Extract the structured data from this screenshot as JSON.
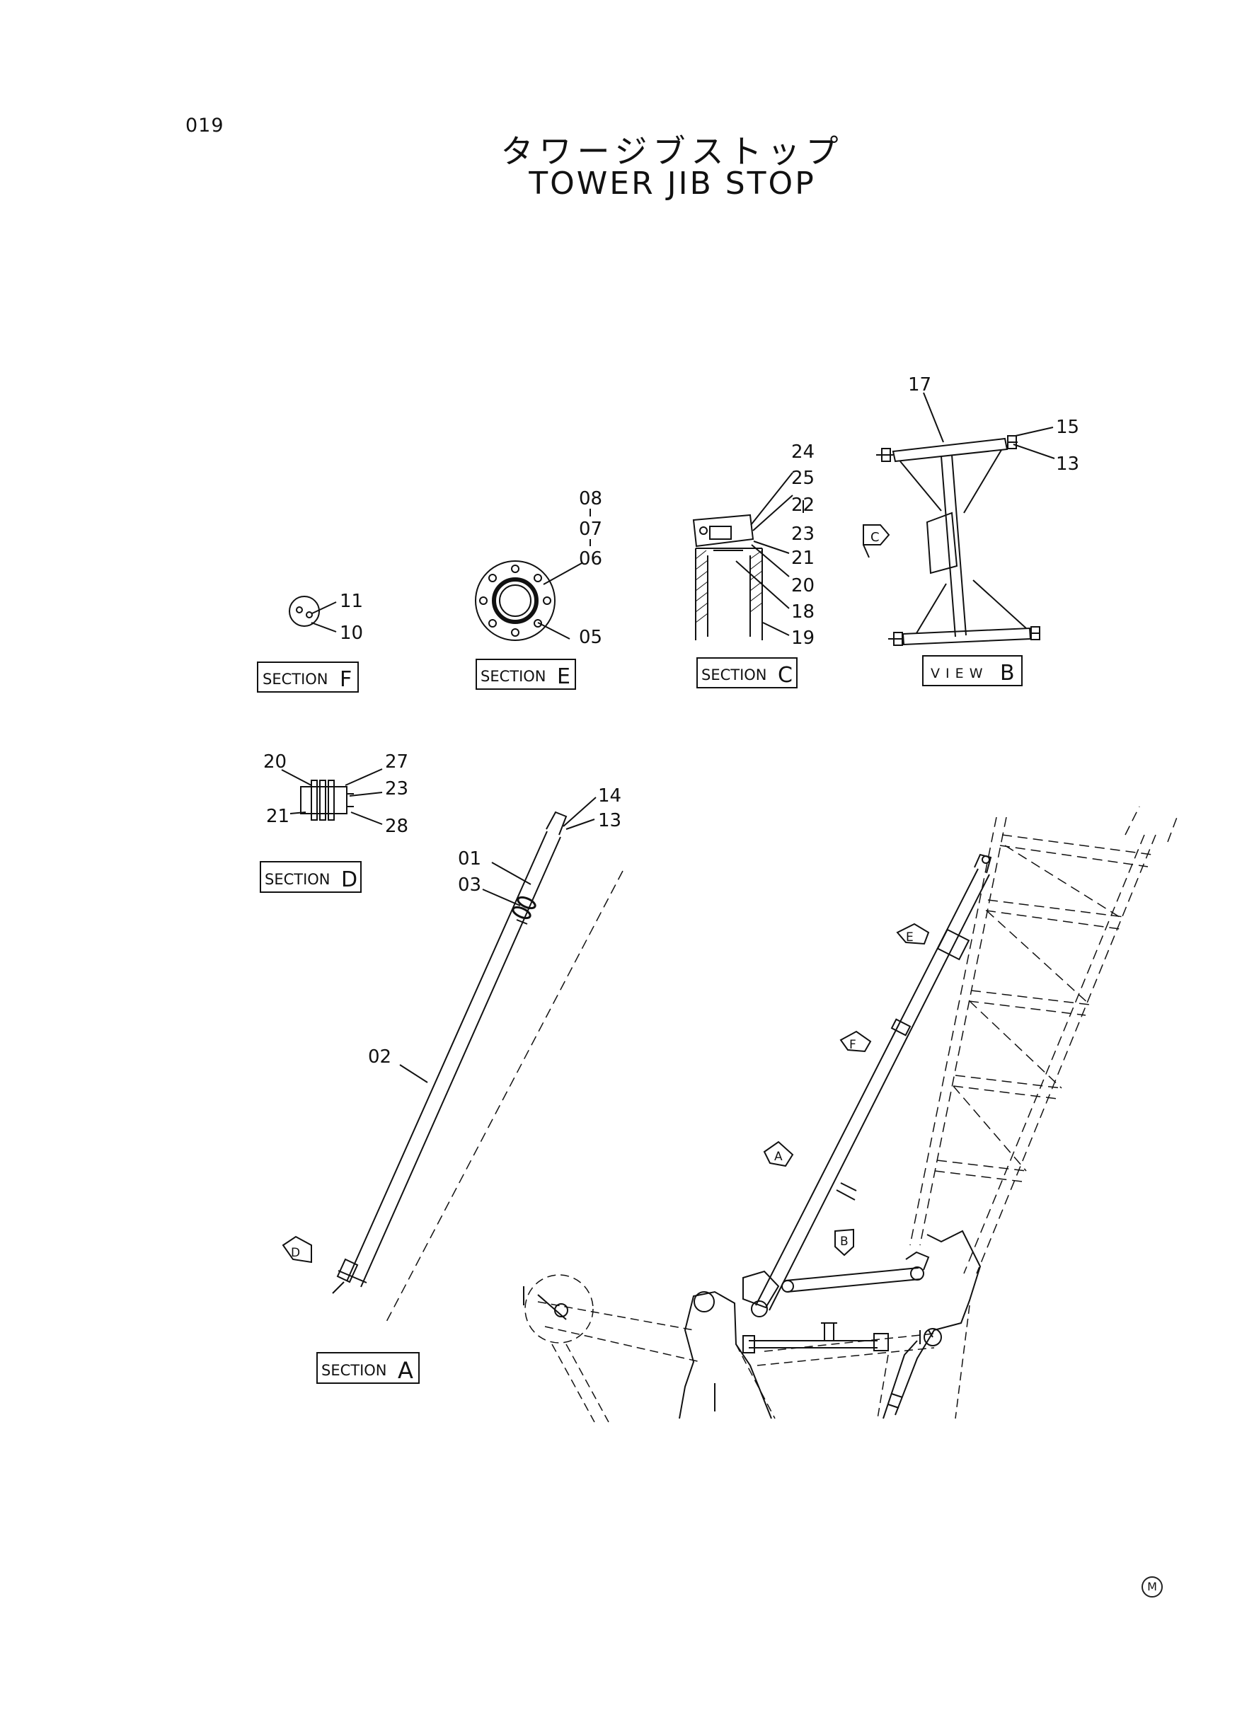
{
  "header": {
    "page_number": "019",
    "title_jp": "タワージブストップ",
    "title_en": "TOWER JIB STOP"
  },
  "sections": {
    "F": {
      "prefix": "SECTION",
      "letter": "F"
    },
    "E": {
      "prefix": "SECTION",
      "letter": "E"
    },
    "C": {
      "prefix": "SECTION",
      "letter": "C"
    },
    "B": {
      "prefix": "V I E W",
      "letter": "B"
    },
    "D": {
      "prefix": "SECTION",
      "letter": "D"
    },
    "A": {
      "prefix": "SECTION",
      "letter": "A"
    }
  },
  "callouts": {
    "f": [
      "11",
      "10"
    ],
    "e": [
      "08",
      "07",
      "06",
      "05"
    ],
    "c": [
      "24",
      "25",
      "22",
      "23",
      "21",
      "20",
      "18",
      "19"
    ],
    "b": [
      "17",
      "15",
      "13"
    ],
    "d": [
      "20",
      "27",
      "23",
      "21",
      "28"
    ],
    "a": [
      "14",
      "13",
      "01",
      "03",
      "02"
    ]
  },
  "view_markers": [
    "C",
    "D",
    "E",
    "F",
    "A",
    "B"
  ],
  "footer": {
    "mark": "M"
  }
}
